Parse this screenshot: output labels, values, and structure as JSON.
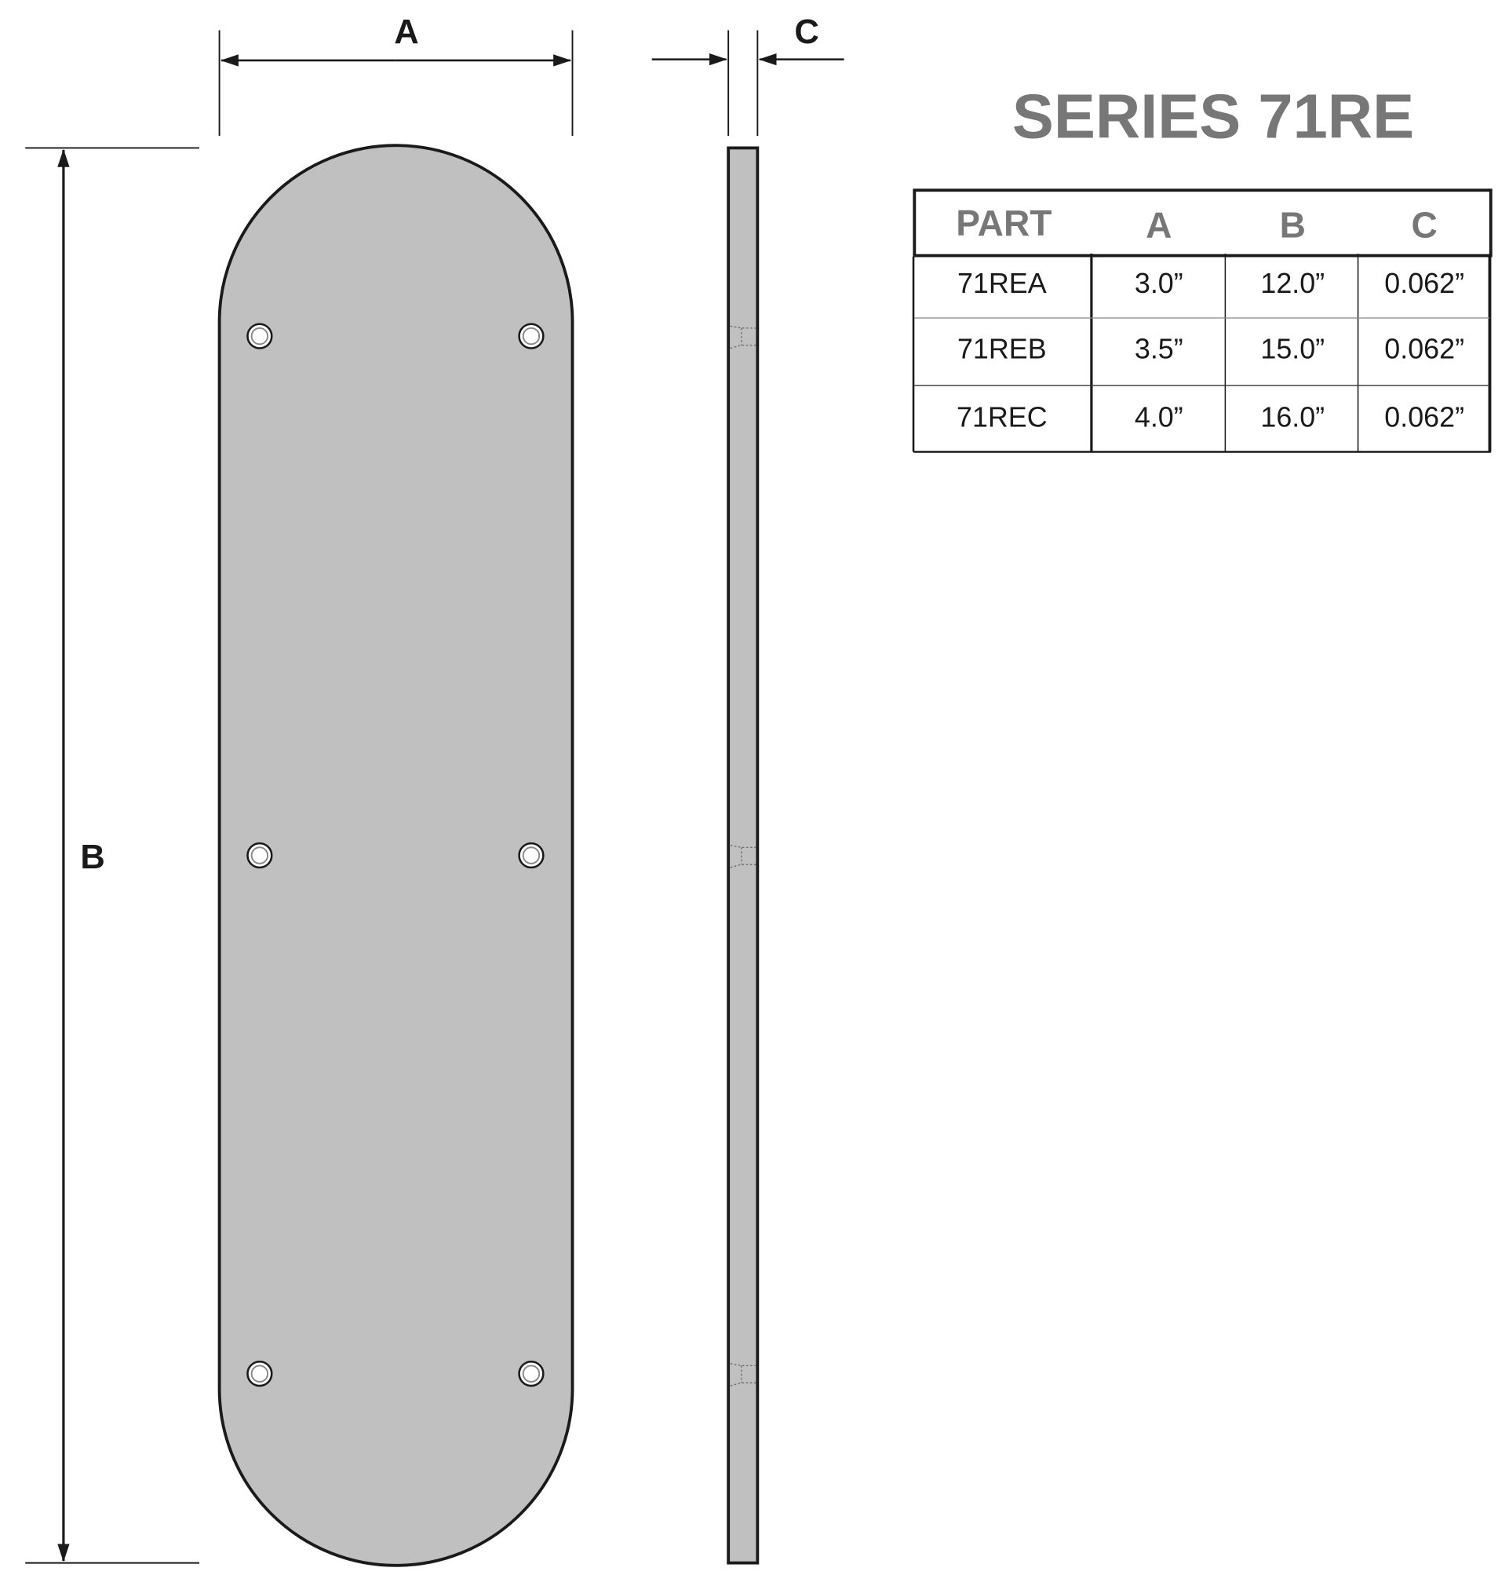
{
  "title": "SERIES 71RE",
  "dimension_labels": {
    "a": "A",
    "b": "B",
    "c": "C"
  },
  "table": {
    "headers": [
      "PART",
      "A",
      "B",
      "C"
    ],
    "rows": [
      [
        "71REA",
        "3.0”",
        "12.0”",
        "0.062”"
      ],
      [
        "71REB",
        "3.5”",
        "15.0”",
        "0.062”"
      ],
      [
        "71REC",
        "4.0”",
        "16.0”",
        "0.062”"
      ]
    ]
  },
  "colors": {
    "plate_fill": "#c0c0c0",
    "outline": "#1a1a1a",
    "title": "#777777"
  }
}
